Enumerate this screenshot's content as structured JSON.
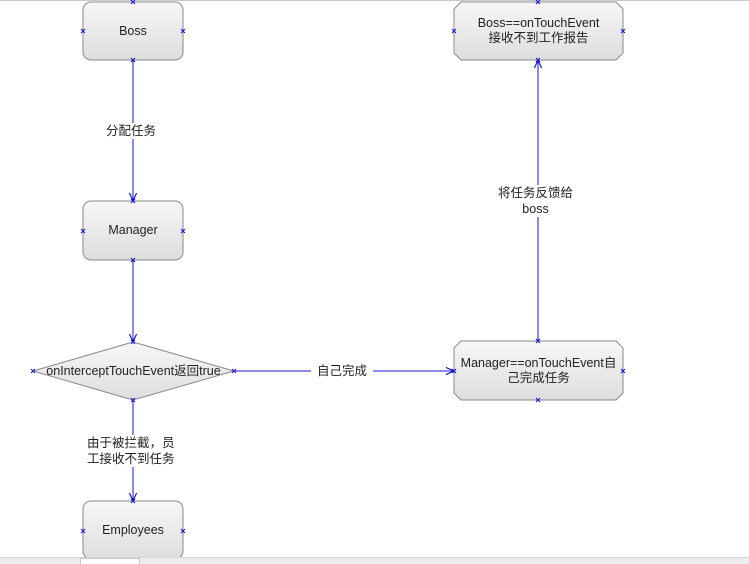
{
  "nodes": {
    "boss": "Boss",
    "manager": "Manager",
    "intercept": "onInterceptTouchEvent返回true",
    "employees": "Employees",
    "boss_touch": "Boss==onTouchEvent\n接收不到工作报告",
    "manager_touch": "Manager==onTouchEvent自\n己完成任务"
  },
  "edges": {
    "assign": "分配任务",
    "intercepted": "由于被拦截，员\n工接收不到任务",
    "self_complete": "自己完成",
    "feedback": "将任务反馈给\nboss"
  },
  "colors": {
    "edge": "#1414d2",
    "node_fill_top": "#f7f7f7",
    "node_fill_bottom": "#dedede",
    "node_border": "#8a8a8a"
  }
}
